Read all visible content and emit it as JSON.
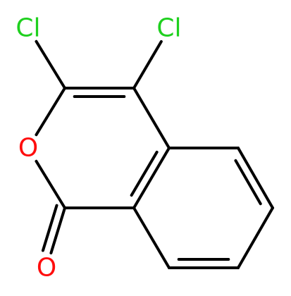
{
  "molecule": {
    "atoms": [
      {
        "id": "a1",
        "element": "Cl",
        "label": "Cl",
        "color": "#1fd01f"
      },
      {
        "id": "a2",
        "element": "Cl",
        "label": "Cl",
        "color": "#1fd01f"
      },
      {
        "id": "a3",
        "element": "C",
        "label": ""
      },
      {
        "id": "a4",
        "element": "C",
        "label": ""
      },
      {
        "id": "a5",
        "element": "O",
        "label": "O",
        "color": "#ff0d0d"
      },
      {
        "id": "a6",
        "element": "C",
        "label": ""
      },
      {
        "id": "a7",
        "element": "O",
        "label": "O",
        "color": "#ff0d0d"
      },
      {
        "id": "a8",
        "element": "C",
        "label": ""
      },
      {
        "id": "a9",
        "element": "C",
        "label": ""
      },
      {
        "id": "a10",
        "element": "C",
        "label": ""
      },
      {
        "id": "a11",
        "element": "C",
        "label": ""
      },
      {
        "id": "a12",
        "element": "C",
        "label": ""
      },
      {
        "id": "a13",
        "element": "C",
        "label": ""
      }
    ],
    "bonds": [
      {
        "from": "a1",
        "to": "a3",
        "order": 1
      },
      {
        "from": "a2",
        "to": "a4",
        "order": 1
      },
      {
        "from": "a3",
        "to": "a4",
        "order": 2
      },
      {
        "from": "a3",
        "to": "a5",
        "order": 1
      },
      {
        "from": "a5",
        "to": "a6",
        "order": 1
      },
      {
        "from": "a6",
        "to": "a7",
        "order": 2
      },
      {
        "from": "a6",
        "to": "a8",
        "order": 1
      },
      {
        "from": "a8",
        "to": "a9",
        "order": 2
      },
      {
        "from": "a9",
        "to": "a4",
        "order": 1
      },
      {
        "from": "a9",
        "to": "a10",
        "order": 1
      },
      {
        "from": "a10",
        "to": "a11",
        "order": 2
      },
      {
        "from": "a11",
        "to": "a12",
        "order": 1
      },
      {
        "from": "a12",
        "to": "a13",
        "order": 2
      },
      {
        "from": "a13",
        "to": "a8",
        "order": 1
      }
    ]
  }
}
